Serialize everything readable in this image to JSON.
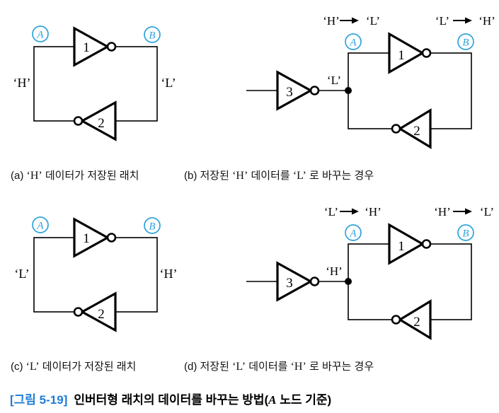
{
  "figure": {
    "label": "[그림 5-19]",
    "title_parts": [
      "인버터형 래치의 데이터를 바꾸는 방법(",
      "A",
      " 노드 기준)"
    ]
  },
  "colors": {
    "node_accent": "#2fa3dc",
    "caption_label_accent": "#1f7cd5",
    "line": "#000000"
  },
  "panels": {
    "a": {
      "node_a": "A",
      "node_b": "B",
      "inv1": "1",
      "inv2": "2",
      "left_value": "‘H’",
      "right_value": "‘L’",
      "caption": [
        "(a) ",
        "‘H’",
        " 데이터가 저장된 래치"
      ]
    },
    "b": {
      "node_a": "A",
      "node_b": "B",
      "inv1": "1",
      "inv2": "2",
      "inv3": "3",
      "input_value": "‘L’",
      "trans_a": {
        "from": "‘H’",
        "to": "‘L’"
      },
      "trans_b": {
        "from": "‘L’",
        "to": "‘H’"
      },
      "caption": [
        "(b) 저장된 ",
        "‘H’",
        " 데이터를 ",
        "‘L’",
        " 로 바꾸는 경우"
      ]
    },
    "c": {
      "node_a": "A",
      "node_b": "B",
      "inv1": "1",
      "inv2": "2",
      "left_value": "‘L’",
      "right_value": "‘H’",
      "caption": [
        "(c) ",
        "‘L’",
        " 데이터가 저장된 래치"
      ]
    },
    "d": {
      "node_a": "A",
      "node_b": "B",
      "inv1": "1",
      "inv2": "2",
      "inv3": "3",
      "input_value": "‘H’",
      "trans_a": {
        "from": "‘L’",
        "to": "‘H’"
      },
      "trans_b": {
        "from": "‘H’",
        "to": "‘L’"
      },
      "caption": [
        "(d) 저장된 ",
        "‘L’",
        " 데이터를 ",
        "‘H’",
        " 로 바꾸는 경우"
      ]
    }
  }
}
